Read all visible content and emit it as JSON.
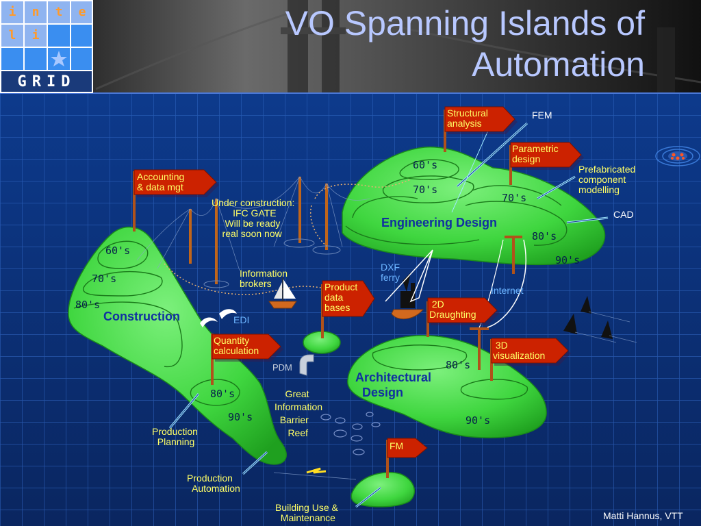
{
  "header": {
    "title": "VO Spanning Islands of\nAutomation"
  },
  "logo": {
    "letters": [
      "i",
      "n",
      "t",
      "e",
      "l",
      "i"
    ],
    "grid_text": "GRID"
  },
  "islands": {
    "construction": {
      "name": "Construction",
      "eras": [
        "60's",
        "70's",
        "80's"
      ]
    },
    "engineering": {
      "name": "Engineering Design",
      "eras": [
        "60's",
        "70's",
        "70's",
        "80's",
        "90's"
      ]
    },
    "architectural": {
      "name": "Architectural\n  Design",
      "eras": [
        "80's",
        "90's"
      ]
    },
    "production": {
      "eras": [
        "80's",
        "90's"
      ]
    }
  },
  "flags": {
    "structural": "Structural\nanalysis",
    "parametric": "Parametric\ndesign",
    "accounting": "Accounting\n& data mgt",
    "product_data": "Product\ndata\nbases",
    "draughting": " 2D\nDraughting",
    "visualization": " 3D\nvisualization",
    "quantity": "Quantity\ncalculation",
    "fm": "FM"
  },
  "labels": {
    "fem": "FEM",
    "prefab": "Prefabricated\ncomponent\nmodelling",
    "cad": "CAD",
    "under_construction": "Under construction:\n        IFC GATE\n     Will be ready\n    real soon now",
    "info_brokers": "Information\nbrokers",
    "dxf_ferry": "DXF\nferry",
    "internet": "Internet",
    "edi": "EDI",
    "pdm": "PDM",
    "reef": "    Great\nInformation\n  Barrier\n     Reef",
    "production_planning": "Production\n  Planning",
    "production_automation": "Production\n  Automation",
    "building_use": "Building Use &\n  Maintenance",
    "credit": "Matti Hannus, VTT"
  },
  "colors": {
    "sea": "#0b2a6e",
    "grid_line": "#2a5ab0",
    "island": "#33cc33",
    "island_edge": "#1a8a1a",
    "flag_red": "#cc2200",
    "label_yellow": "#ffff66",
    "title": "#b8c8ff"
  }
}
